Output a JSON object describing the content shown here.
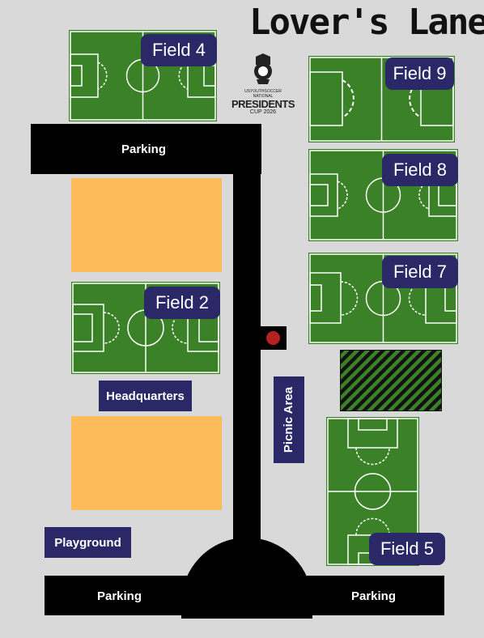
{
  "title": "Lover's Lane",
  "logo": {
    "small_text": "USYOUTHSOCCER",
    "national": "NATIONAL",
    "main": "PRESIDENTS",
    "sub": "CUP 2026"
  },
  "parking": {
    "top": "Parking",
    "bottom_left": "Parking",
    "bottom_right": "Parking"
  },
  "fields": {
    "field4": "Field 4",
    "field9": "Field 9",
    "field8": "Field 8",
    "field7": "Field 7",
    "field2": "Field 2",
    "field5": "Field 5"
  },
  "labels": {
    "headquarters": "Headquarters",
    "picnic_area": "Picnic Area",
    "playground": "Playground"
  },
  "colors": {
    "background": "#d9d9d9",
    "grass": "#3a8128",
    "label_navy": "#2a2866",
    "building": "#fdbb59",
    "road": "#000000",
    "marker": "#b3231f"
  }
}
